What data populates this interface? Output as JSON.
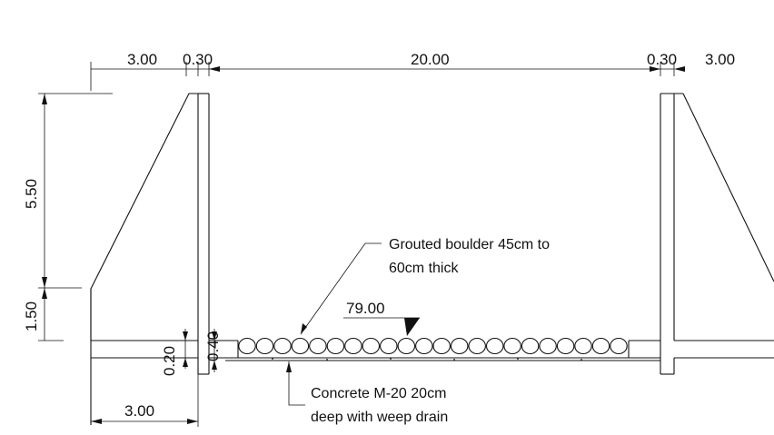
{
  "dimensions": {
    "top_left_3": "3.00",
    "top_left_030": "0.30",
    "top_span": "20.00",
    "top_right_030": "0.30",
    "top_right_3": "3.00",
    "height_550": "5.50",
    "height_150": "1.50",
    "bottom_left_3": "3.00",
    "thick_020": "0.20",
    "thick_040": "0.40"
  },
  "level": {
    "value": "79.00"
  },
  "notes": {
    "boulder_line1": "Grouted boulder 45cm to",
    "boulder_line2": "60cm thick",
    "concrete_line1": "Concrete M-20 20cm",
    "concrete_line2": "deep with weep drain"
  },
  "colors": {
    "ink": "#111111",
    "background": "#ffffff"
  }
}
